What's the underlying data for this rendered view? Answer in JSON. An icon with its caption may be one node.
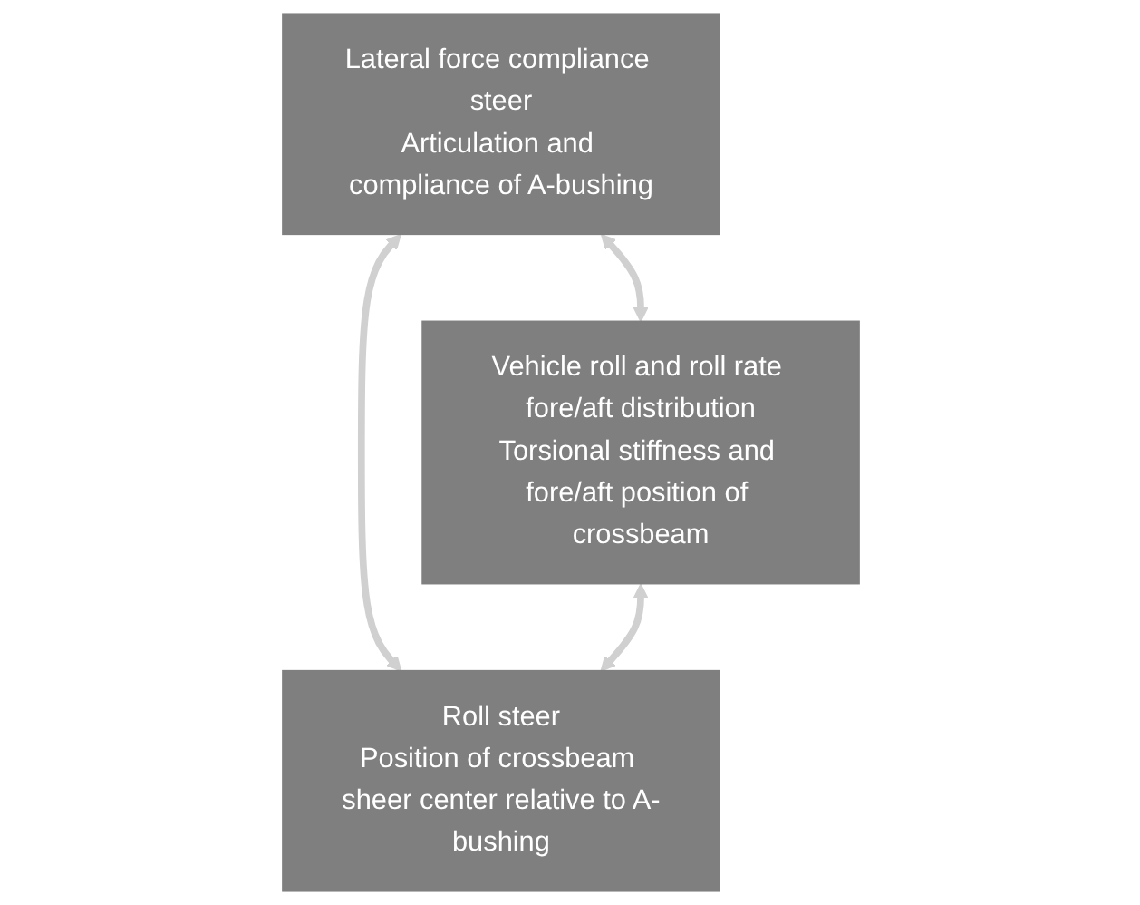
{
  "diagram": {
    "nodes": [
      {
        "text": [
          "Lateral force compliance steer",
          "Articulation and compliance of A-bushing"
        ]
      },
      {
        "text": [
          "Vehicle roll and roll rate fore/aft distribution",
          "Torsional stiffness and fore/aft position of crossbeam"
        ]
      },
      {
        "text": [
          "Roll steer",
          "Position of crossbeam sheer center relative to A-bushing"
        ]
      }
    ],
    "edges": [
      {
        "from": 0,
        "to": 1,
        "arrow": "both"
      },
      {
        "from": 0,
        "to": 2,
        "arrow": "both"
      },
      {
        "from": 1,
        "to": 2,
        "arrow": "both"
      }
    ]
  }
}
